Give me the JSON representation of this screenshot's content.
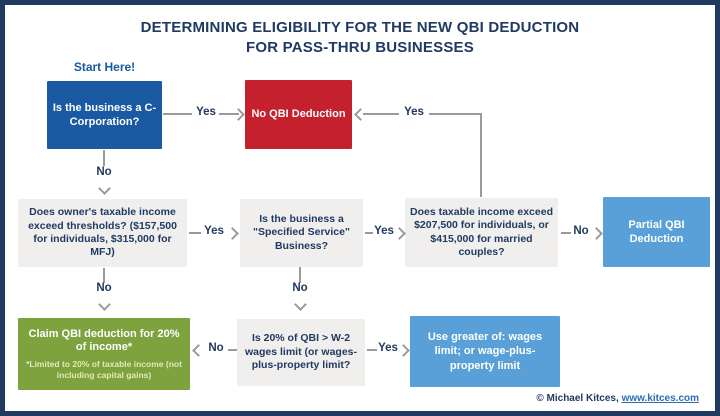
{
  "header": {
    "title_line1": "DETERMINING ELIGIBILITY FOR THE NEW QBI DEDUCTION",
    "title_line2": "FOR PASS-THRU BUSINESSES"
  },
  "flowchart": {
    "start_label": "Start Here!",
    "edge_labels": {
      "yes": "Yes",
      "no": "No"
    },
    "nodes": {
      "c_corporation": "Is the business a C-Corporation?",
      "no_qbi_deduction": "No QBI Deduction",
      "income_thresholds": "Does owner's taxable income exceed thresholds? ($157,500 for individuals, $315,000 for MFJ)",
      "specified_service": "Is the business a \"Specified Service\" Business?",
      "high_income": "Does taxable income exceed $207,500 for individuals, or $415,000 for married couples?",
      "partial_qbi": "Partial QBI Deduction",
      "claim_qbi_main": "Claim QBI deduction for 20% of income*",
      "claim_qbi_note": "*Limited to 20% of taxable income (not including capital gains)",
      "wages_limit_question": "Is 20% of QBI > W-2 wages limit (or wages-plus-property limit?",
      "use_greater": "Use greater of: wages limit; or wage-plus-property limit"
    }
  },
  "footer": {
    "copyright": "© Michael Kitces,",
    "link": "www.kitces.com"
  },
  "colors": {
    "navy": "#203A61",
    "blue": "#1A5AA3",
    "red": "#C4202E",
    "light_blue": "#58A0D7",
    "green": "#7EA23E",
    "gray_box": "#F0EFED",
    "arrow_gray": "#9A9A9A"
  }
}
